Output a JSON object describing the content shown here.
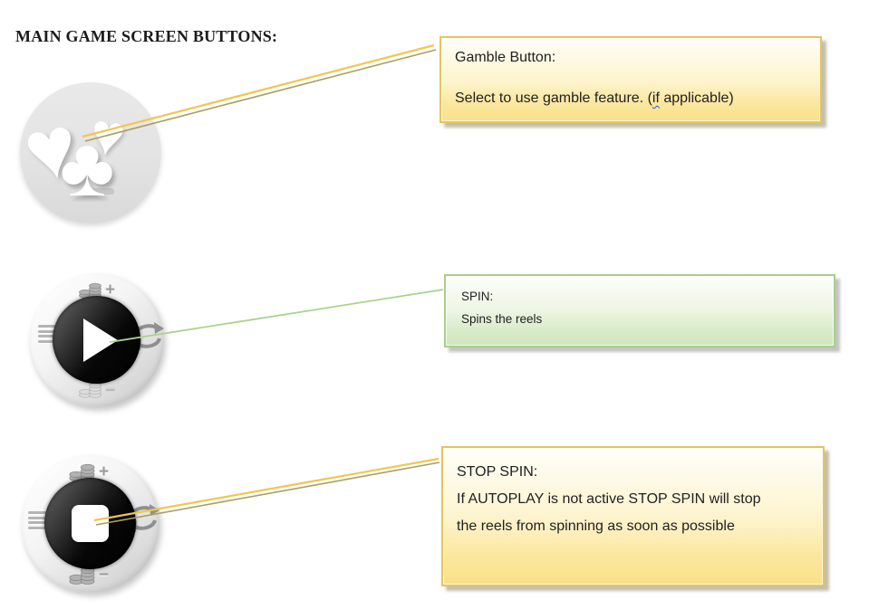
{
  "heading": "MAIN GAME SCREEN BUTTONS:",
  "icons": {
    "heart": "♥",
    "club": "♣",
    "bet_plus": "+",
    "bet_minus": "−"
  },
  "callouts": {
    "gamble": {
      "title": "Gamble Button:",
      "body_prefix": "Select to use gamble feature. (",
      "misspelled_word": "if",
      "body_suffix": " applicable)"
    },
    "spin": {
      "title": "SPIN:",
      "body": "Spins the reels"
    },
    "stop_spin": {
      "title": "STOP SPIN:",
      "body": "If AUTOPLAY is not active STOP SPIN will stop the reels from spinning as soon as possible"
    }
  },
  "colors": {
    "callout_yellow_border": "#e5c45c",
    "callout_yellow_top": "#fffefa",
    "callout_yellow_bottom": "#f9e088",
    "callout_green_border": "#a6cf8c",
    "callout_green_top": "#fdfefc",
    "callout_green_bottom": "#cde5bc",
    "connector_yellow": "#f3c64b",
    "connector_olive": "#a89e6b",
    "connector_green": "#a8d38e",
    "spellcheck_underline": "#2e5bd7"
  }
}
